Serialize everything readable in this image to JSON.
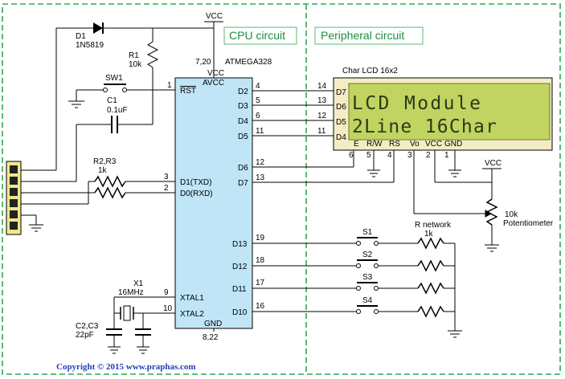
{
  "sections": {
    "cpu": "CPU circuit",
    "peripheral": "Peripheral circuit"
  },
  "power": {
    "vcc_top": "VCC",
    "vcc_pot": "VCC"
  },
  "components": {
    "diode": {
      "ref": "D1",
      "part": "1N5819"
    },
    "r1": {
      "ref": "R1",
      "value": "10k"
    },
    "sw1": {
      "ref": "SW1"
    },
    "c1": {
      "ref": "C1",
      "value": "0.1uF"
    },
    "r2r3": {
      "ref": "R2,R3",
      "value": "1k"
    },
    "x1": {
      "ref": "X1",
      "value": "16MHz"
    },
    "c2c3": {
      "ref": "C2,C3",
      "value": "22pF"
    },
    "pot": {
      "value": "10k",
      "label": "Potentiometer"
    },
    "rnet": {
      "label": "R network",
      "value": "1k"
    },
    "switches": [
      "S1",
      "S2",
      "S3",
      "S4"
    ]
  },
  "mcu": {
    "name": "ATMEGA328",
    "power_pins": "7,20",
    "gnd_pins": "8,22",
    "vcc": "VCC",
    "avcc": "AVCC",
    "gnd": "GND",
    "left_pins": [
      {
        "name": "RST",
        "num": "1"
      },
      {
        "name": "D1(TXD)",
        "num": "3"
      },
      {
        "name": "D0(RXD)",
        "num": "2"
      },
      {
        "name": "XTAL1",
        "num": "9"
      },
      {
        "name": "XTAL2",
        "num": "10"
      }
    ],
    "right_pins": [
      {
        "name": "D2",
        "num": "4"
      },
      {
        "name": "D3",
        "num": "5"
      },
      {
        "name": "D4",
        "num": "6"
      },
      {
        "name": "D5",
        "num": "11"
      },
      {
        "name": "D6",
        "num": "12"
      },
      {
        "name": "D7",
        "num": "13"
      },
      {
        "name": "D13",
        "num": "19"
      },
      {
        "name": "D12",
        "num": "18"
      },
      {
        "name": "D11",
        "num": "17"
      },
      {
        "name": "D10",
        "num": "16"
      }
    ]
  },
  "lcd": {
    "title": "Char LCD 16x2",
    "line1": "LCD Module",
    "line2": "2Line 16Char",
    "data_pins": [
      {
        "name": "D7",
        "num": "14"
      },
      {
        "name": "D6",
        "num": "13"
      },
      {
        "name": "D5",
        "num": "12"
      },
      {
        "name": "D4",
        "num": "11"
      }
    ],
    "bottom_pins": [
      {
        "name": "E",
        "num": "6"
      },
      {
        "name": "R/W",
        "num": "5"
      },
      {
        "name": "RS",
        "num": "4"
      },
      {
        "name": "Vo",
        "num": "3"
      },
      {
        "name": "VCC",
        "num": "2"
      },
      {
        "name": "GND",
        "num": "1"
      }
    ]
  },
  "copyright": "Copyright © 2015 www.praphas.com"
}
